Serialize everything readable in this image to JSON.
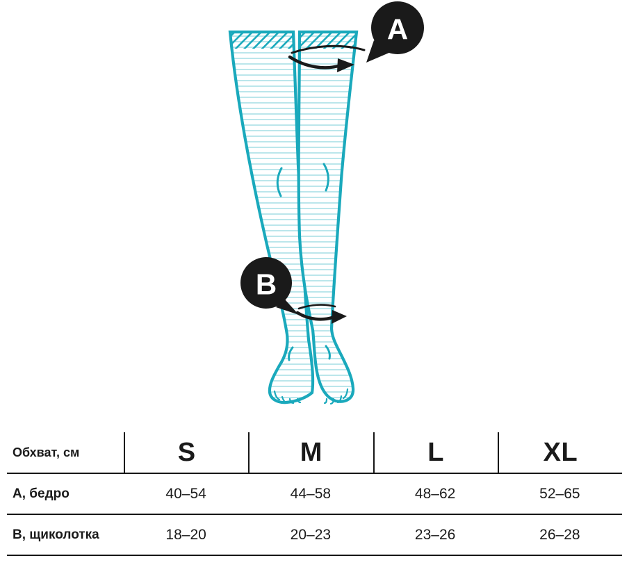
{
  "colors": {
    "accent_teal": "#1AA9BC",
    "ink": "#1A1A1A"
  },
  "diagram": {
    "badge_a_label": "A",
    "badge_b_label": "B"
  },
  "table": {
    "corner_label": "Обхват, см",
    "sizes": [
      "S",
      "M",
      "L",
      "XL"
    ],
    "rows": [
      {
        "label": "А, бедро",
        "values": [
          "40–54",
          "44–58",
          "48–62",
          "52–65"
        ]
      },
      {
        "label": "В, щиколотка",
        "values": [
          "18–20",
          "20–23",
          "23–26",
          "26–28"
        ]
      }
    ]
  }
}
